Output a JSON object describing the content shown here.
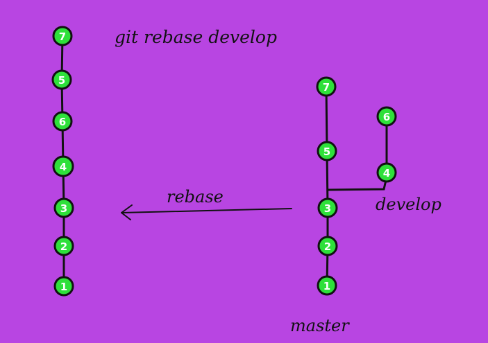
{
  "colors": {
    "background": "#b845e2",
    "commit_fill": "#2ee03a",
    "stroke": "#111111",
    "commit_text": "#ffffff"
  },
  "title": "git rebase develop",
  "left_chain": [
    "1",
    "2",
    "3",
    "4",
    "6",
    "5",
    "7"
  ],
  "right_master_chain": [
    "1",
    "2",
    "3",
    "5",
    "7"
  ],
  "right_develop_chain": [
    "4",
    "6"
  ],
  "labels": {
    "rebase": "rebase",
    "develop": "develop",
    "master": "master"
  }
}
